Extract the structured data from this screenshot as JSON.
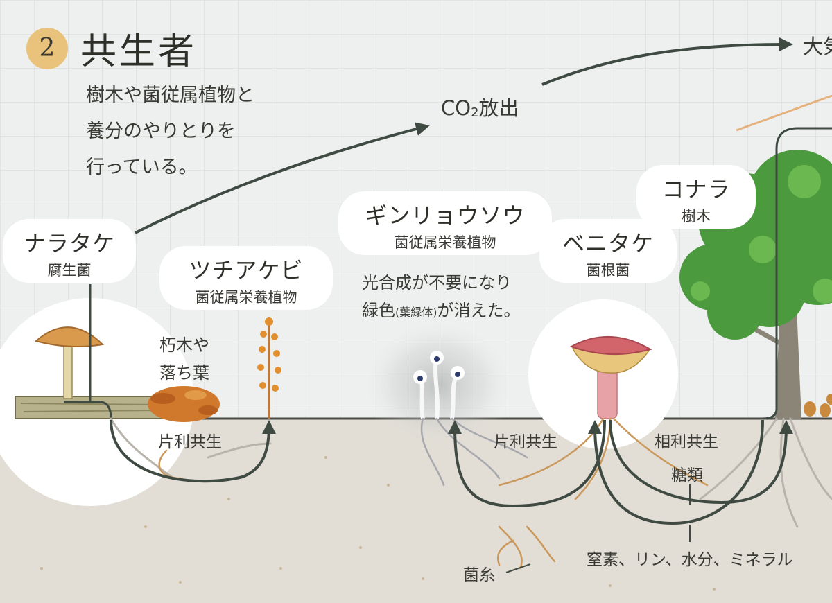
{
  "badge": {
    "number": "2"
  },
  "title": "共生者",
  "intro": "樹木や菌従属植物と\n養分のやりとりを\n行っている。",
  "co2": {
    "main": "CO",
    "sub": "2",
    "tail": "放出"
  },
  "air_label": "大気",
  "organisms": {
    "naratake": {
      "name": "ナラタケ",
      "type": "腐生菌"
    },
    "tsuchiakebi": {
      "name": "ツチアケビ",
      "type": "菌従属栄養植物"
    },
    "ginryousou": {
      "name": "ギンリョウソウ",
      "type": "菌従属栄養植物"
    },
    "benitake": {
      "name": "ベニタケ",
      "type": "菌根菌"
    },
    "konara": {
      "name": "コナラ",
      "type": "樹木"
    }
  },
  "notes": {
    "deadwood": "朽木や\n落ち葉",
    "no_photosynthesis_1": "光合成が不要になり",
    "no_photosynthesis_2a": "緑色",
    "no_photosynthesis_2b": "(葉緑体)",
    "no_photosynthesis_2c": "が消えた。"
  },
  "relations": {
    "commensal_1": "片利共生",
    "commensal_2": "片利共生",
    "mutual": "相利共生"
  },
  "exchange": {
    "sugars": "糖類",
    "nutrients": "窒素、リン、水分、ミネラル",
    "mycelium": "菌糸"
  },
  "colors": {
    "background": "#eef0ef",
    "soil": "#e2ddd5",
    "arrow": "#3e4a42",
    "badge": "#e9c27c",
    "leaf": "#4c9a3e",
    "russula_cap": "#d2646b",
    "root": "#c9985a"
  }
}
